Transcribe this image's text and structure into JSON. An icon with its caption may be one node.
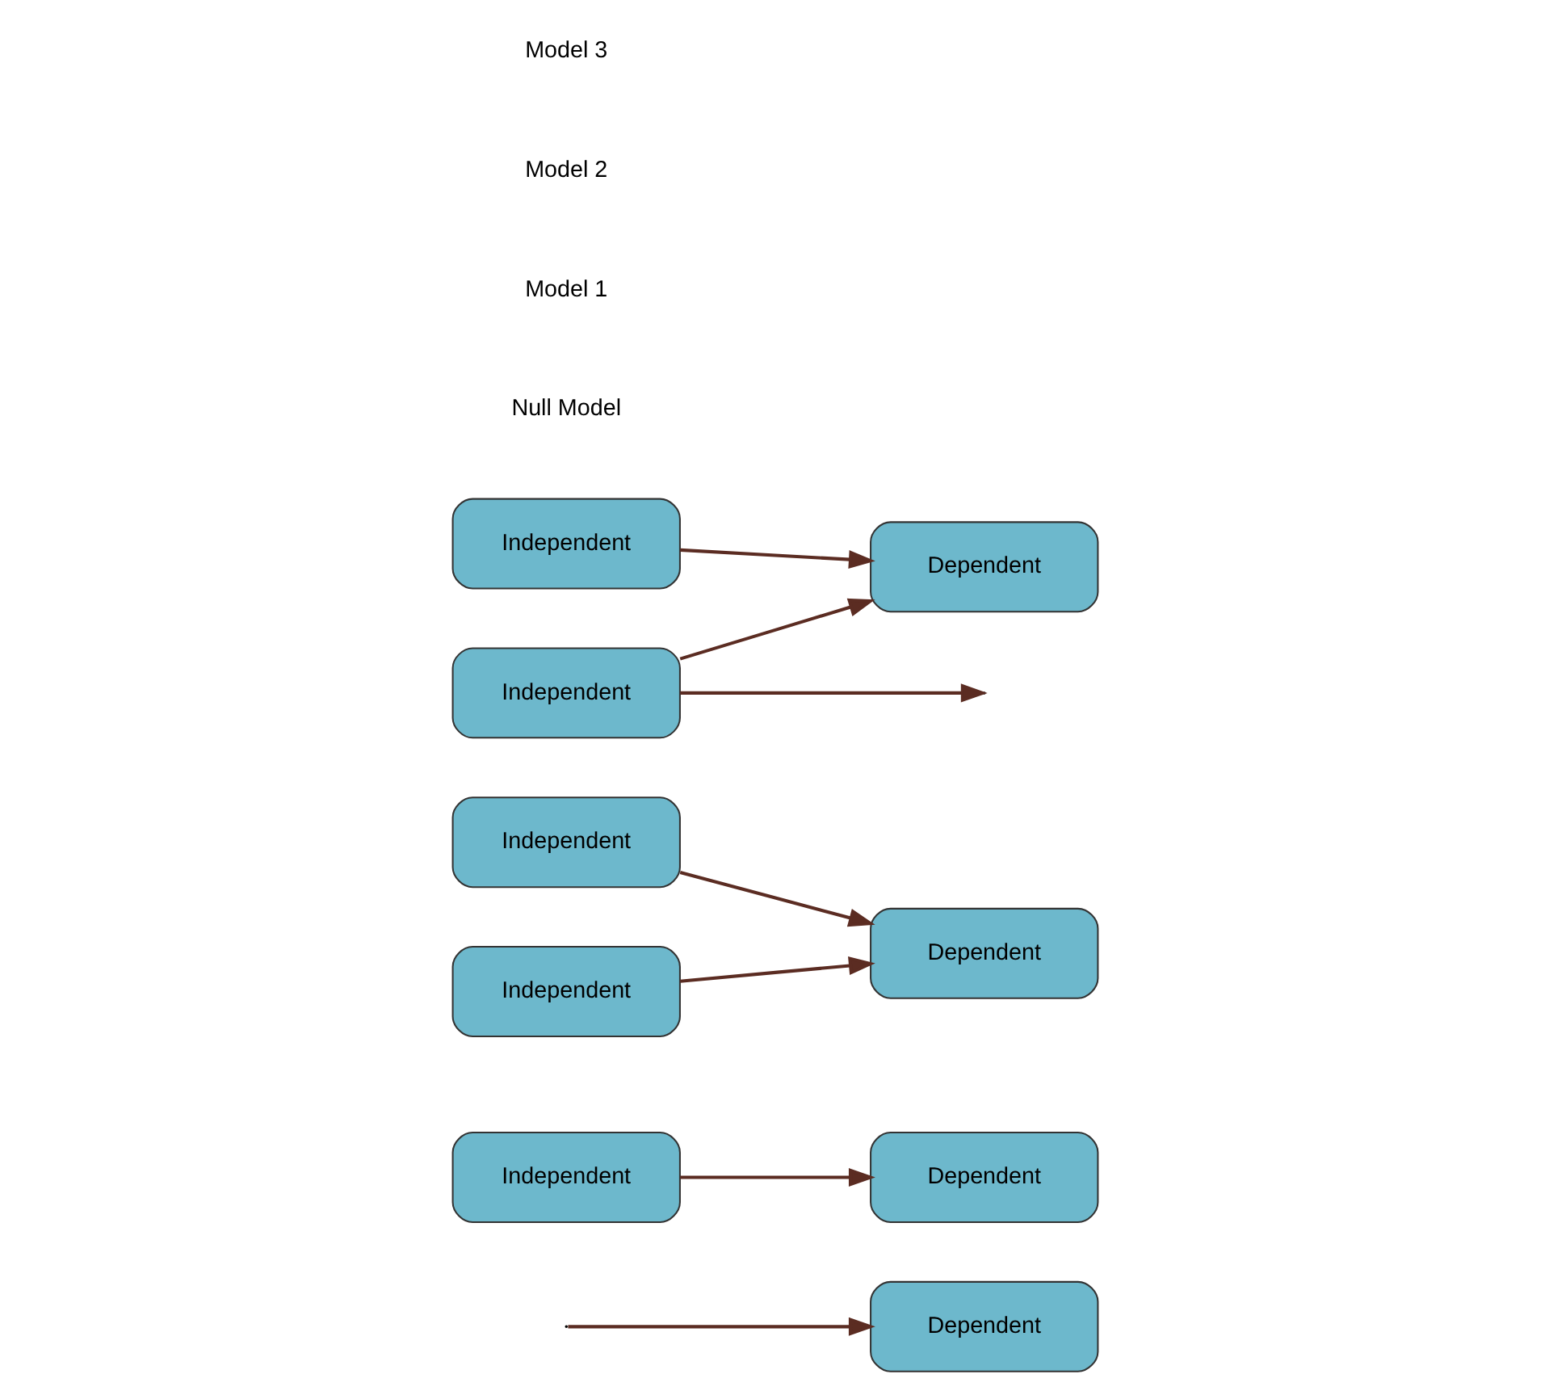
{
  "diagram": {
    "nodes": [
      {
        "text": [
          "Dependent"
        ]
      },
      {
        "text": [
          "Independent"
        ]
      },
      {
        "text": [
          "Dependent"
        ]
      },
      {
        "text": [
          "Independent"
        ]
      },
      {
        "text": [
          "Independent"
        ]
      },
      {
        "text": [
          "Dependent"
        ]
      },
      {
        "text": [
          "Independent"
        ]
      },
      {
        "text": [
          "Independent"
        ]
      },
      {
        "text": [
          "Dependent"
        ]
      }
    ],
    "edges": [
      {
        "from": null,
        "to": 0,
        "arrow": "to"
      },
      {
        "from": 1,
        "to": 2,
        "arrow": "to"
      },
      {
        "from": 3,
        "to": 5,
        "arrow": "to"
      },
      {
        "from": 4,
        "to": 5,
        "arrow": "to"
      },
      {
        "from": 6,
        "to": 8,
        "arrow": "to"
      },
      {
        "from": 7,
        "to": 8,
        "arrow": "to"
      },
      {
        "from": 6,
        "to": null,
        "arrow": "to"
      }
    ],
    "labels": [
      "Null Model",
      "Model 1",
      "Model 2",
      "Model 3"
    ]
  }
}
